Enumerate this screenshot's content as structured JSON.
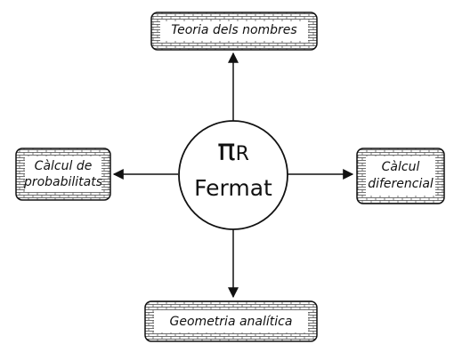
{
  "center": {
    "symbol": "π",
    "symbol_suffix": "R",
    "name": "Fermat"
  },
  "nodes": {
    "top": {
      "text": "Teoria dels nombres"
    },
    "left": {
      "line1": "Càlcul de",
      "line2": "probabilitats"
    },
    "right": {
      "line1": "Càlcul",
      "line2": "diferencial"
    },
    "bottom": {
      "text": "Geometria analítica"
    }
  }
}
